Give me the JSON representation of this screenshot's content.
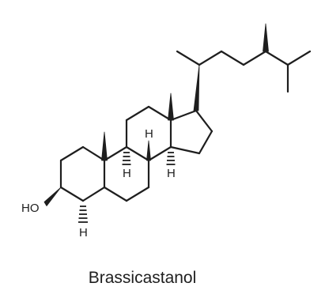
{
  "compound": {
    "name": "Brassicastanol",
    "labels": {
      "hydroxyl": "HO",
      "h8": "H",
      "h9": "H",
      "h14": "H",
      "h5": "H"
    }
  },
  "colors": {
    "ink": "#1e1e1e",
    "background": "#ffffff"
  }
}
